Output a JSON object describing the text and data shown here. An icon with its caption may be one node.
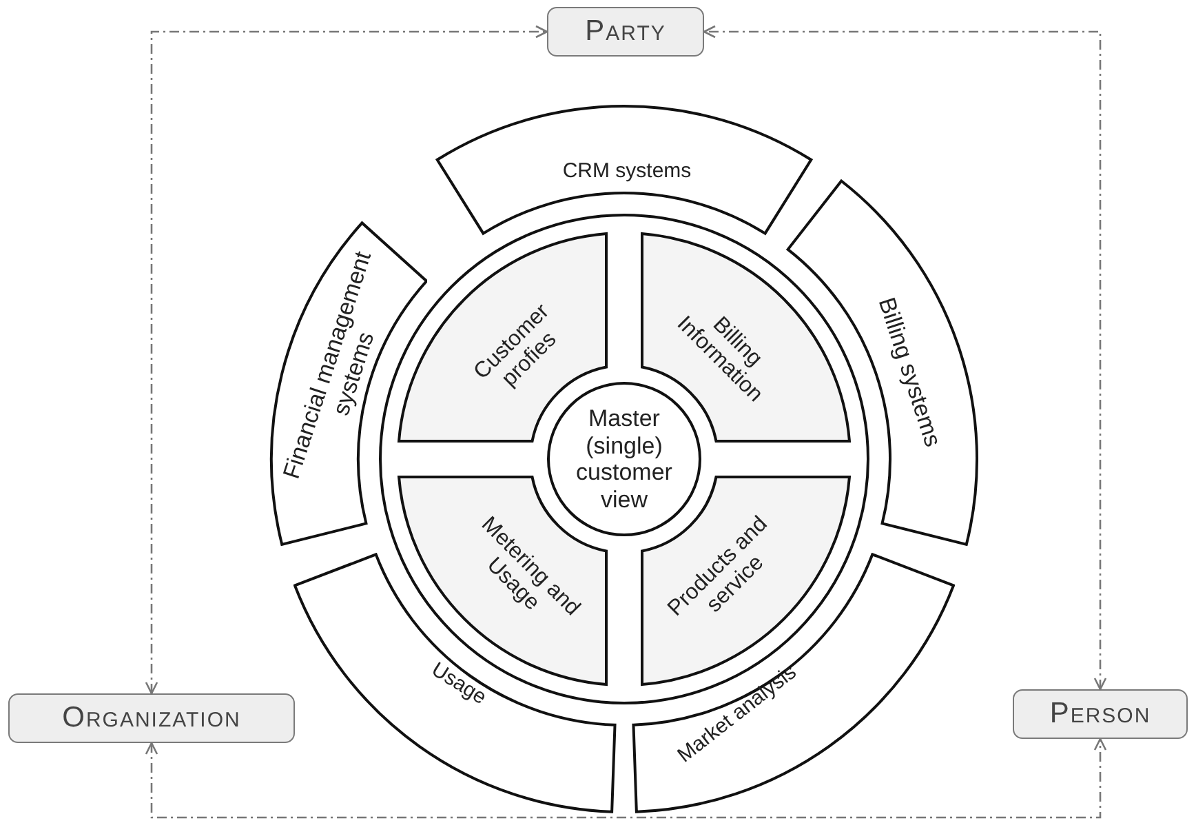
{
  "diagram": {
    "nodes": [
      {
        "text": [
          "Party"
        ]
      },
      {
        "text": [
          "Financial management systems"
        ]
      },
      {
        "text": [
          "CRM systems"
        ]
      },
      {
        "text": [
          "Billing systems"
        ]
      },
      {
        "text": [
          "Customer profies"
        ]
      },
      {
        "text": [
          "Billing Information"
        ]
      },
      {
        "text": [
          "Master (single) customer view"
        ]
      },
      {
        "text": [
          "Metering and Usage"
        ]
      },
      {
        "text": [
          "Products and service"
        ]
      },
      {
        "text": [
          "Usage"
        ]
      },
      {
        "text": [
          "Market analysis"
        ]
      },
      {
        "text": [
          "Organization"
        ]
      },
      {
        "text": [
          "Person"
        ]
      }
    ],
    "edges": [
      {
        "from": 11,
        "to": 0,
        "arrow": "both",
        "style": "dashed"
      },
      {
        "from": 12,
        "to": 0,
        "arrow": "both",
        "style": "dashed"
      },
      {
        "from": 11,
        "to": 12,
        "arrow": "both",
        "style": "dashed"
      }
    ]
  }
}
